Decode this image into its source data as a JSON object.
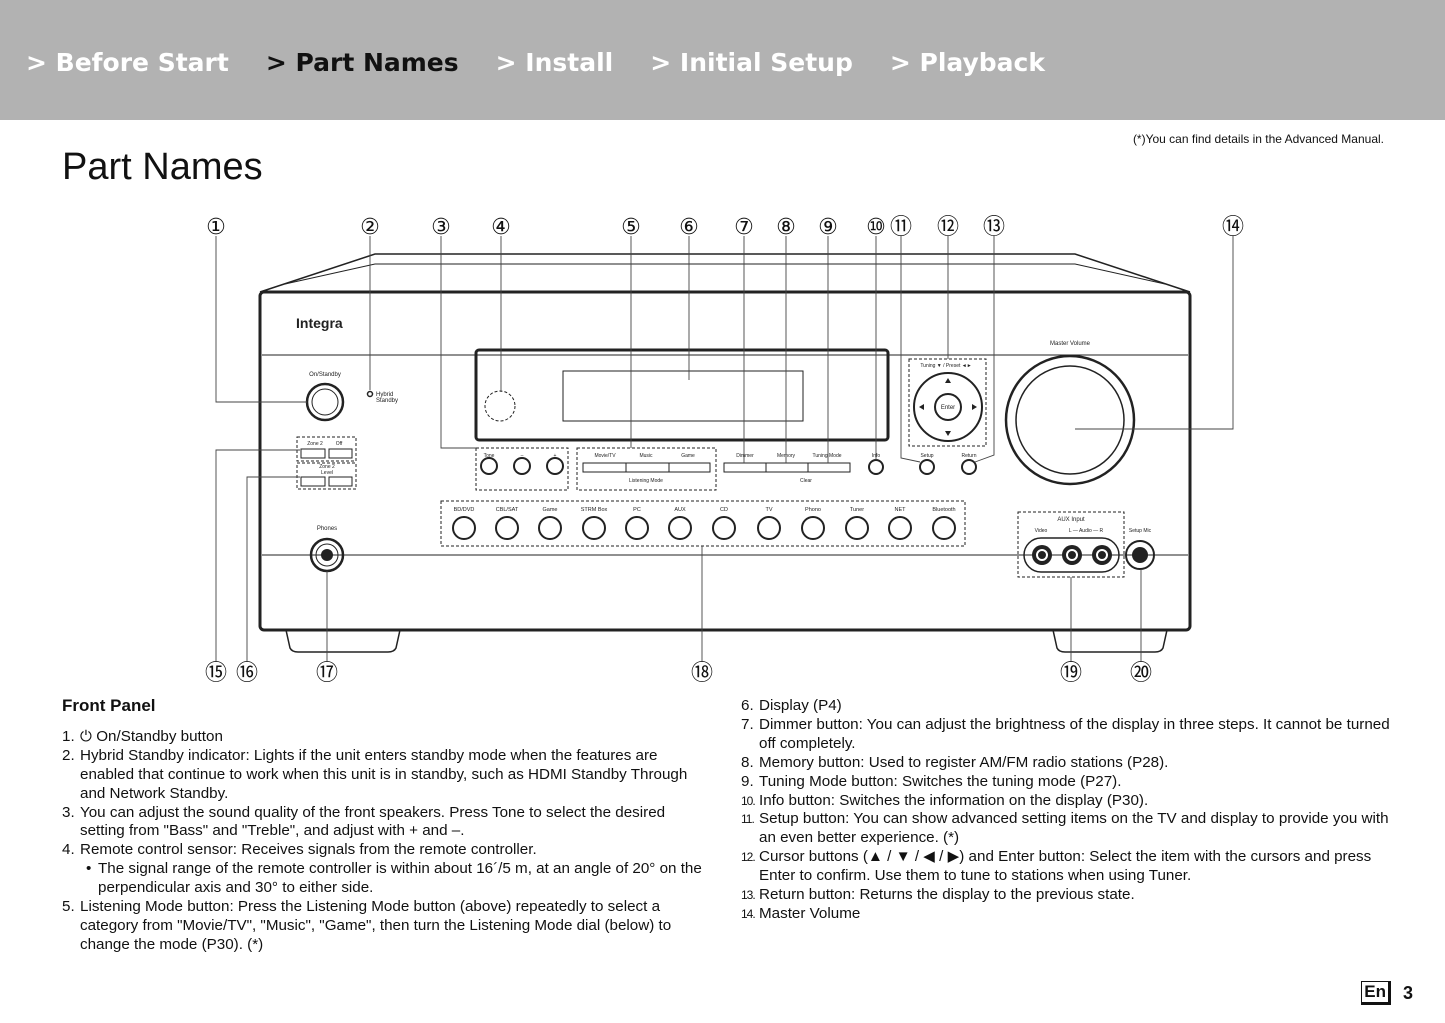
{
  "nav": [
    {
      "label": "> Before Start",
      "active": false
    },
    {
      "label": "> Part Names",
      "active": true
    },
    {
      "label": "> Install",
      "active": false
    },
    {
      "label": "> Initial Setup",
      "active": false
    },
    {
      "label": "> Playback",
      "active": false
    }
  ],
  "note": "(*)You can find details in the Advanced Manual.",
  "page_title": "Part Names",
  "figure": {
    "brand": "Integra",
    "on_standby_label": "On/Standby",
    "hybrid_standby_label": [
      "Hybrid",
      "Standby"
    ],
    "master_volume_label": "Master Volume",
    "tuning_preset_label": "Tuning ▼ / Preset ◄►",
    "enter_label": "Enter",
    "zone_row1": [
      "Zone 2",
      "Off"
    ],
    "zone_level_label": [
      "Zone 2",
      "Level"
    ],
    "tone_labels": [
      "Tone",
      "–",
      "+"
    ],
    "listening_buttons": [
      "Movie/TV",
      "Music",
      "Game"
    ],
    "listening_mode_label": "Listening Mode",
    "dimmer_buttons": [
      "Dimmer",
      "Memory",
      "Tuning Mode"
    ],
    "clear_label": "Clear",
    "info_label": "Info",
    "setup_label": "Setup",
    "return_label": "Return",
    "input_selectors": [
      "BD/DVD",
      "CBL/SAT",
      "Game",
      "STRM Box",
      "PC",
      "AUX",
      "CD",
      "TV",
      "Phono",
      "Tuner",
      "NET",
      "Bluetooth"
    ],
    "phones_label": "Phones",
    "aux_input_label": "AUX Input",
    "aux_video_label": "Video",
    "aux_audio_label": "L — Audio — R",
    "setup_mic_label": "Setup Mic",
    "callouts": [
      "①",
      "②",
      "③",
      "④",
      "⑤",
      "⑥",
      "⑦",
      "⑧",
      "⑨",
      "⑩",
      "⑪",
      "⑫",
      "⑬",
      "⑭",
      "⑮",
      "⑯",
      "⑰",
      "⑱",
      "⑲",
      "⑳"
    ]
  },
  "front_panel": {
    "heading": "Front Panel",
    "left_items": [
      {
        "num": "1.",
        "text": "⏻ On/Standby button"
      },
      {
        "num": "2.",
        "text": "Hybrid Standby indicator: Lights if the unit enters standby mode when the features are enabled that continue to work when this unit is in standby, such as HDMI Standby Through and Network Standby."
      },
      {
        "num": "3.",
        "text": "You can adjust the sound quality of the front speakers. Press Tone to select the desired setting from \"Bass\" and \"Treble\", and adjust with + and –."
      },
      {
        "num": "4.",
        "text": "Remote control sensor: Receives signals from the remote controller.",
        "sub": "The signal range of the remote controller is within about 16´/5 m, at an angle of 20° on the perpendicular axis and 30° to either side."
      },
      {
        "num": "5.",
        "text": "Listening Mode button: Press the Listening Mode button (above) repeatedly to select a category from \"Movie/TV\", \"Music\", \"Game\", then turn the Listening Mode dial (below) to change the mode (P30). (*)"
      }
    ],
    "right_items": [
      {
        "num": "6.",
        "text": "Display (P4)"
      },
      {
        "num": "7.",
        "text": "Dimmer button: You can adjust the brightness of the display in three steps. It cannot be turned off completely."
      },
      {
        "num": "8.",
        "text": "Memory button: Used to register AM/FM radio stations (P28)."
      },
      {
        "num": "9.",
        "text": "Tuning Mode button: Switches the tuning mode (P27)."
      },
      {
        "num": "10.",
        "text": "Info button: Switches the information on the display (P30)."
      },
      {
        "num": "11.",
        "text": "Setup button: You can show advanced setting items on the TV and display to provide you with an even better experience. (*)"
      },
      {
        "num": "12.",
        "text": "Cursor buttons (▲ / ▼ / ◀ / ▶) and Enter button: Select the item with the cursors and press Enter to confirm. Use them to tune to stations when using Tuner."
      },
      {
        "num": "13.",
        "text": "Return button: Returns the display to the previous state."
      },
      {
        "num": "14.",
        "text": "Master Volume"
      }
    ]
  },
  "footer": {
    "lang": "En",
    "page": "3"
  }
}
